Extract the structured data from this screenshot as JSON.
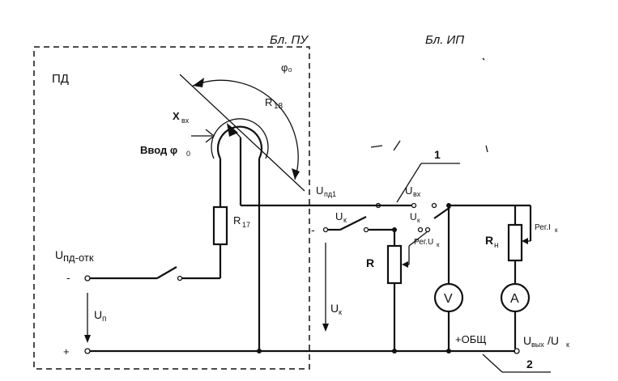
{
  "labels": {
    "bl_pu": "Бл. ПУ",
    "bl_ip": "Бл. ИП",
    "pd": "ПД",
    "phi0": "φ₀",
    "r18": "R",
    "r18_sub": "18",
    "xvx": "X",
    "xvx_sub": "вх",
    "vvod": "Ввод φ",
    "vvod_sub": "0",
    "upd1": "U",
    "upd1_sub": "пд1",
    "uvx": "U",
    "uvx_sub": "вх",
    "r17": "R",
    "r17_sub": "17",
    "uk_switch": "U",
    "uk_switch_sub": "к",
    "uk_small": "U",
    "uk_small_sub": "к",
    "reg_uk": "Рег.U",
    "reg_uk_sub": "к",
    "reg_ik": "Рег.I",
    "reg_ik_sub": "к",
    "rn": "R",
    "rn_sub": "н",
    "r": "R",
    "upd_otk": "U",
    "upd_otk_rest": "пд-отк",
    "minus_left": "-",
    "minus_mid": "-",
    "plus_left": "+",
    "un": "U",
    "un_sub": "п",
    "uk_arrow": "U",
    "uk_arrow_sub": "к",
    "voltmeter": "V",
    "ammeter": "A",
    "obshch": "+ОБЩ",
    "uvyx": "U",
    "uvyx_sub": "вых",
    "uvyx_rest": "/U",
    "uvyx_rest_sub": "к",
    "callout_1": "1",
    "callout_2": "2"
  }
}
